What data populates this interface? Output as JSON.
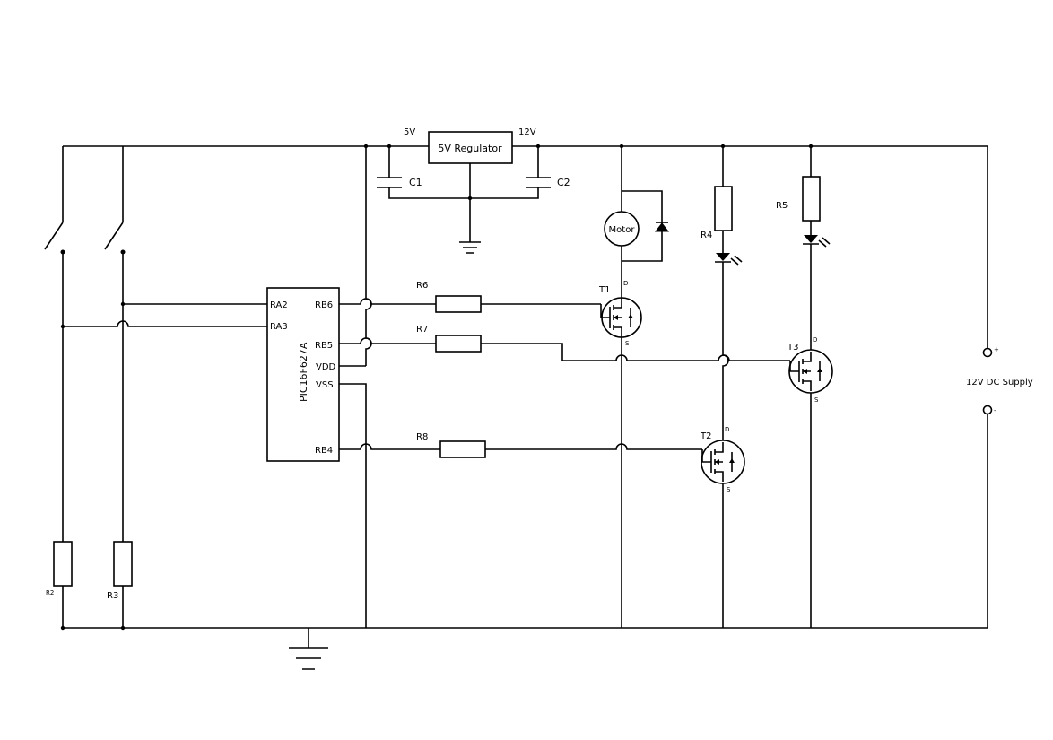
{
  "regulator": {
    "label": "5V Regulator",
    "in_label": "12V",
    "out_label": "5V"
  },
  "capacitors": {
    "c1": "C1",
    "c2": "C2"
  },
  "mcu": {
    "name": "PIC16F627A",
    "pins": {
      "ra2": "RA2",
      "ra3": "RA3",
      "rb6": "RB6",
      "rb5": "RB5",
      "vdd": "VDD",
      "vss": "VSS",
      "rb4": "RB4"
    }
  },
  "resistors": {
    "r2": "R2",
    "r3": "R3",
    "r4": "R4",
    "r5": "R5",
    "r6": "R6",
    "r7": "R7",
    "r8": "R8"
  },
  "motor": {
    "label": "Motor"
  },
  "transistors": {
    "t1": {
      "name": "T1",
      "drain": "D",
      "source": "S"
    },
    "t2": {
      "name": "T2",
      "drain": "D",
      "source": "S"
    },
    "t3": {
      "name": "T3",
      "drain": "D",
      "source": "S"
    }
  },
  "supply": {
    "label": "12V DC Supply",
    "plus": "+",
    "minus": "-"
  }
}
